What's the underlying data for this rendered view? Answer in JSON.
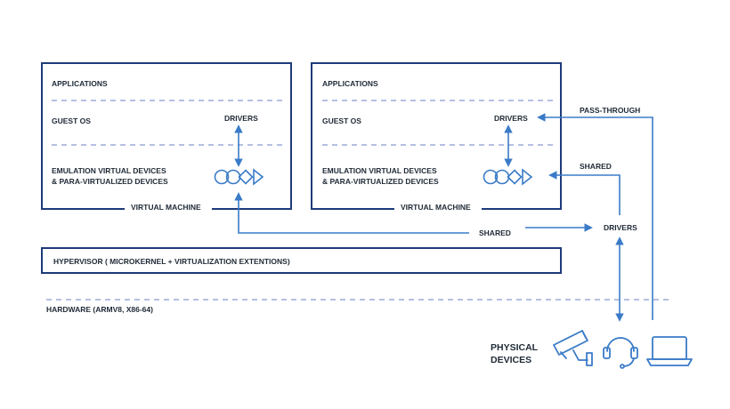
{
  "vm_left": {
    "applications": "APPLICATIONS",
    "guest_os": "GUEST OS",
    "drivers": "DRIVERS",
    "emulation_line1": "EMULATION VIRTUAL DEVICES",
    "emulation_line2": "& PARA-VIRTUALIZED DEVICES",
    "caption": "VIRTUAL MACHINE"
  },
  "vm_right": {
    "applications": "APPLICATIONS",
    "guest_os": "GUEST OS",
    "drivers": "DRIVERS",
    "emulation_line1": "EMULATION VIRTUAL DEVICES",
    "emulation_line2": "& PARA-VIRTUALIZED DEVICES",
    "caption": "VIRTUAL MACHINE"
  },
  "pass_through": "PASS-THROUGH",
  "shared_right": "SHARED",
  "shared_bottom": "SHARED",
  "host_drivers": "DRIVERS",
  "hypervisor": "HYPERVISOR ( MICROKERNEL + VIRTUALIZATION EXTENTIONS)",
  "hardware": "HARDWARE (ARMV8, X86-64)",
  "physical_line1": "PHYSICAL",
  "physical_line2": "DEVICES",
  "colors": {
    "frame": "#1e3a7a",
    "arrow": "#3a7bc8",
    "dashed": "#6b7fc0",
    "text": "#1f2a36"
  },
  "icons": [
    "camera-icon",
    "headset-icon",
    "laptop-icon",
    "device-shapes-icon"
  ]
}
